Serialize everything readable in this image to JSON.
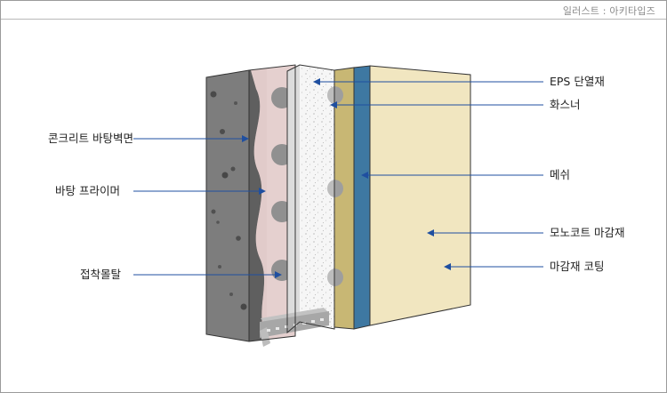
{
  "header": {
    "credit": "일러스트 : 아키타입즈"
  },
  "labels": {
    "concrete_wall": "콘크리트 바탕벽면",
    "primer": "바탕 프라이머",
    "adhesive_mortar": "접착몰탈",
    "eps_insulation": "EPS 단열재",
    "washer": "화스너",
    "mesh": "메쉬",
    "monocoat": "모노코트 마감재",
    "finish_coating": "마감재 코팅"
  },
  "colors": {
    "leader": "#1f4fa0",
    "concrete": "#7d7d7d",
    "primer": "#e5d0cf",
    "eps": "#f5f5f5",
    "base_layer": "#c8b774",
    "mesh": "#3e78a2",
    "finish": "#f1e6c0"
  }
}
